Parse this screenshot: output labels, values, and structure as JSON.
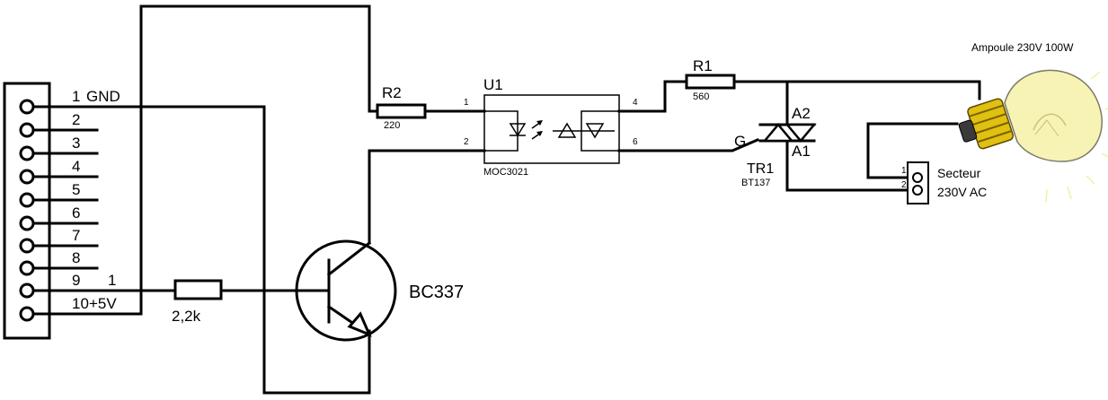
{
  "connector": {
    "pins": [
      {
        "num": "1",
        "name": "GND"
      },
      {
        "num": "2",
        "name": ""
      },
      {
        "num": "3",
        "name": ""
      },
      {
        "num": "4",
        "name": ""
      },
      {
        "num": "5",
        "name": ""
      },
      {
        "num": "6",
        "name": ""
      },
      {
        "num": "7",
        "name": ""
      },
      {
        "num": "8",
        "name": ""
      },
      {
        "num": "9",
        "name": ""
      },
      {
        "num": "10",
        "name": "+5V"
      }
    ],
    "extra_label": "1"
  },
  "components": {
    "r_base": {
      "value": "2,2k"
    },
    "transistor": {
      "name": "BC337"
    },
    "r2": {
      "ref": "R2",
      "value": "220"
    },
    "u1": {
      "ref": "U1",
      "part": "MOC3021",
      "pins": [
        "1",
        "2",
        "4",
        "6"
      ]
    },
    "r1": {
      "ref": "R1",
      "value": "560"
    },
    "triac": {
      "ref": "TR1",
      "part": "BT137",
      "gate": "G",
      "a2": "A2",
      "a1": "A1"
    },
    "mains": {
      "pin1": "1",
      "pin2": "2",
      "label1": "Secteur",
      "label2": "230V AC"
    },
    "lamp": {
      "label": "Ampoule 230V 100W"
    }
  },
  "colors": {
    "wire": "#000000",
    "bulb_glass": "#f7f3b4",
    "bulb_base": "#e0c010",
    "glow": "#f5f0a0"
  }
}
